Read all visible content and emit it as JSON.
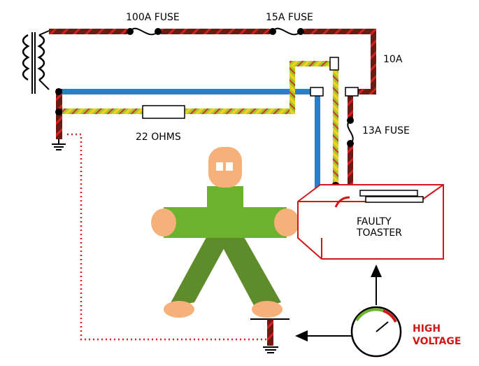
{
  "labels": {
    "fuse_100a": "100A FUSE",
    "fuse_15a": "15A FUSE",
    "current_10a": "10A",
    "fuse_13a": "13A FUSE",
    "resistor": "22 OHMS",
    "appliance_line1": "FAULTY",
    "appliance_line2": "TOASTER",
    "warning_line1": "HIGH",
    "warning_line2": "VOLTAGE"
  },
  "colors": {
    "live": "#6b1a14",
    "live_stripe": "#d32222",
    "neutral": "#2a80c8",
    "earth_green": "#a0c828",
    "earth_yellow": "#f2d01e",
    "earth_red": "#d0342a",
    "fault_path": "#e02020",
    "appliance_outline": "#d01818",
    "person_skin": "#f6b07a",
    "person_body": "#6bb32e",
    "person_legs": "#5f8c2a",
    "warning_text": "#d01818"
  },
  "icons": [
    "transformer-icon",
    "ground-icon",
    "fuse-icon",
    "resistor-icon",
    "meter-icon"
  ]
}
